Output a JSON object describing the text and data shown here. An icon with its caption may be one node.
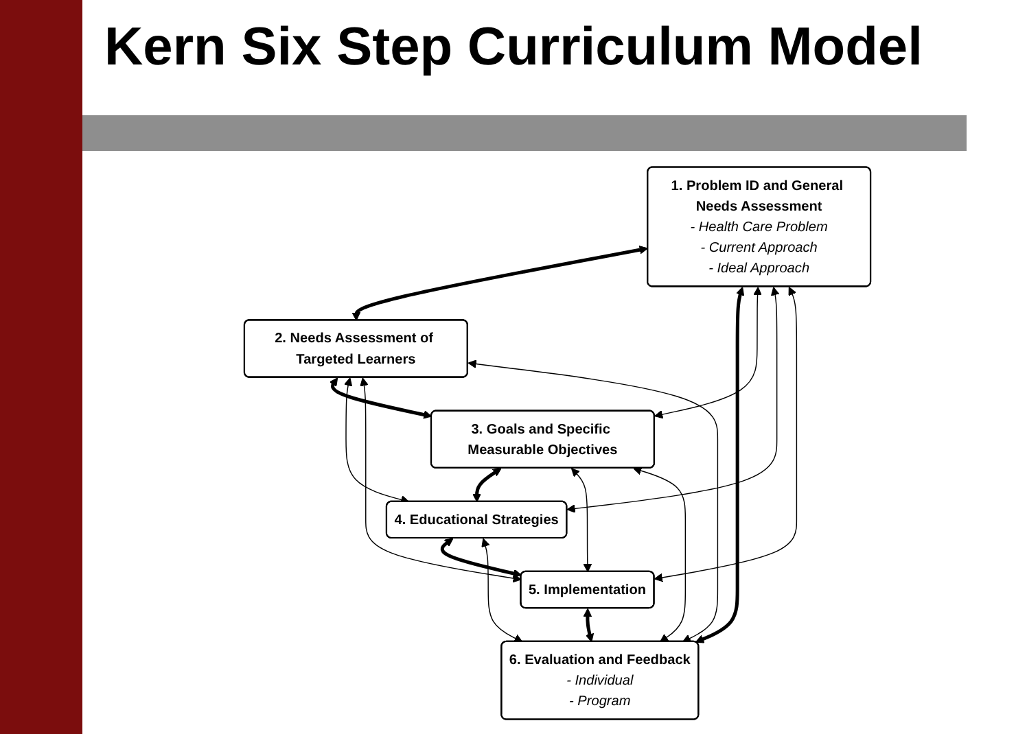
{
  "diagram": {
    "title": "Kern Six Step Curriculum Model",
    "nodes": [
      {
        "text": [
          "1. Problem ID and General Needs Assessment",
          "- Health Care Problem",
          "- Current Approach",
          "- Ideal Approach"
        ]
      },
      {
        "text": [
          "2. Needs Assessment of Targeted Learners"
        ]
      },
      {
        "text": [
          "3. Goals and Specific Measurable Objectives"
        ]
      },
      {
        "text": [
          "4. Educational Strategies"
        ]
      },
      {
        "text": [
          "5. Implementation"
        ]
      },
      {
        "text": [
          "6. Evaluation and Feedback",
          "- Individual",
          "- Program"
        ]
      }
    ],
    "edges": [
      {
        "from": 0,
        "to": 1,
        "arrow": "both",
        "style": "thick"
      },
      {
        "from": 1,
        "to": 2,
        "arrow": "both",
        "style": "thick"
      },
      {
        "from": 2,
        "to": 3,
        "arrow": "both",
        "style": "thick"
      },
      {
        "from": 3,
        "to": 4,
        "arrow": "both",
        "style": "thick"
      },
      {
        "from": 4,
        "to": 5,
        "arrow": "both",
        "style": "thick"
      },
      {
        "from": 0,
        "to": 5,
        "arrow": "both",
        "style": "thick"
      },
      {
        "from": 0,
        "to": 2,
        "arrow": "both"
      },
      {
        "from": 0,
        "to": 3,
        "arrow": "both"
      },
      {
        "from": 0,
        "to": 4,
        "arrow": "both"
      },
      {
        "from": 1,
        "to": 3,
        "arrow": "both"
      },
      {
        "from": 1,
        "to": 4,
        "arrow": "both"
      },
      {
        "from": 1,
        "to": 5,
        "arrow": "both"
      },
      {
        "from": 2,
        "to": 4,
        "arrow": "both"
      },
      {
        "from": 2,
        "to": 5,
        "arrow": "both"
      },
      {
        "from": 3,
        "to": 5,
        "arrow": "both"
      }
    ]
  }
}
